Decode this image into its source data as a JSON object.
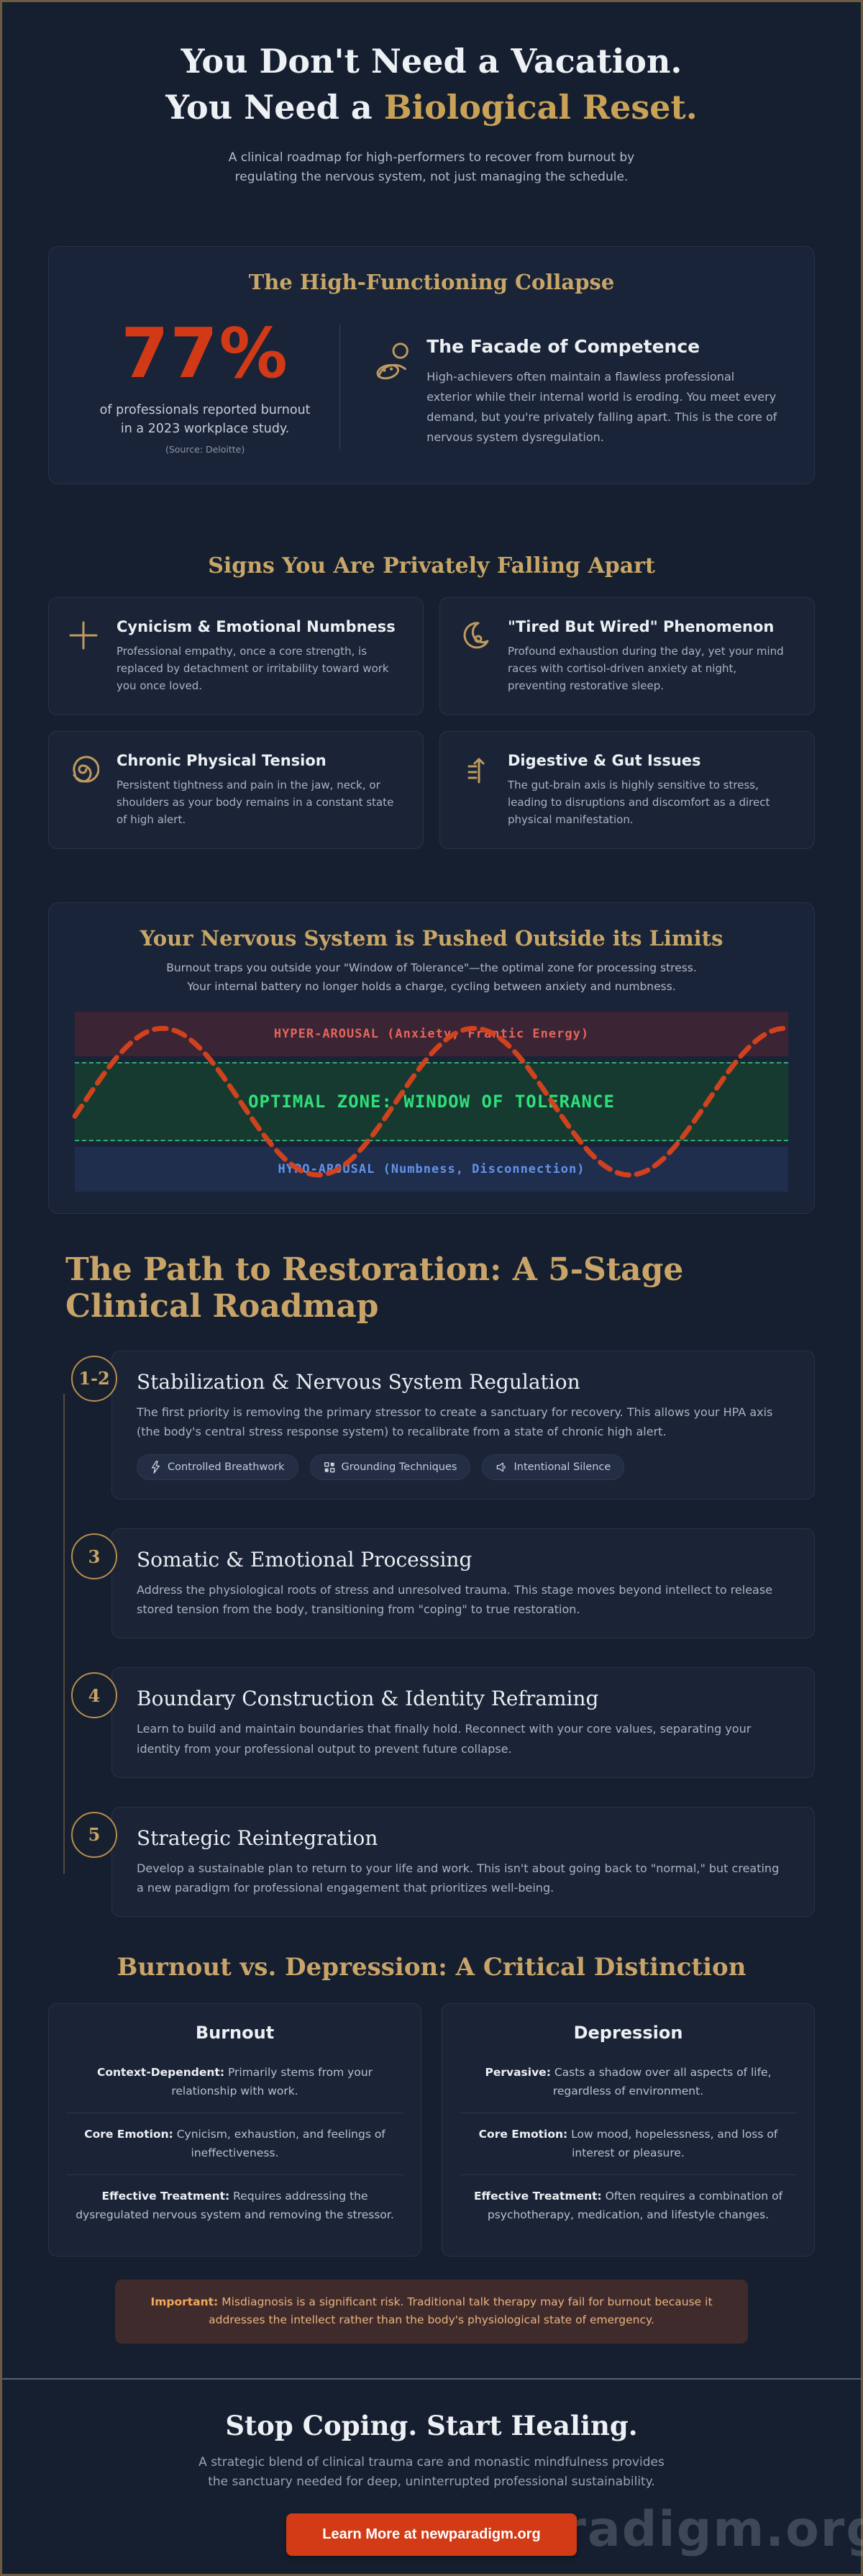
{
  "page": {
    "title_line1": "You Don't Need a Vacation.",
    "title_line2_prefix": "You Need a ",
    "title_line2_highlight": "Biological Reset.",
    "subtitle_line1": "A clinical roadmap for high-performers to recover from burnout by",
    "subtitle_line2": "regulating the nervous system, not just managing the schedule."
  },
  "colors": {
    "accent_gold": "#c9a469",
    "stat_red": "#d23a17",
    "button_red": "#d23b16",
    "hyper_red": "#e5655c",
    "optimal_green": "#2fdf7b",
    "hypo_blue": "#6094ea",
    "wave_orange": "#d8431c"
  },
  "stat_card": {
    "title": "The High-Functioning Collapse",
    "stat_value": "77%",
    "stat_desc": "of professionals reported burnout in a 2023 workplace study.",
    "stat_source": "(Source: Deloitte)",
    "facade_icon": "person-with-mask-icon",
    "facade_title": "The Facade of Competence",
    "facade_text": "High-achievers often maintain a flawless professional exterior while their internal world is eroding. You meet every demand, but you're privately falling apart. This is the core of nervous system dysregulation."
  },
  "signs": {
    "title": "Signs You Are Privately Falling Apart",
    "cards": [
      {
        "icon": "plus-icon",
        "title": "Cynicism & Emotional Numbness",
        "desc": "Professional empathy, once a core strength, is replaced by detachment or irritability toward work you once loved."
      },
      {
        "icon": "moon-icon",
        "title": "\"Tired But Wired\" Phenomenon",
        "desc": "Profound exhaustion during the day, yet your mind races with cortisol-driven anxiety at night, preventing restorative sleep."
      },
      {
        "icon": "spiral-icon",
        "title": "Chronic Physical Tension",
        "desc": "Persistent tightness and pain in the jaw, neck, or shoulders as your body remains in a constant state of high alert."
      },
      {
        "icon": "gut-icon",
        "title": "Digestive & Gut Issues",
        "desc": "The gut-brain axis is highly sensitive to stress, leading to disruptions and discomfort as a direct physical manifestation."
      }
    ]
  },
  "window": {
    "title": "Your Nervous System is Pushed Outside its Limits",
    "subtitle_line1": "Burnout traps you outside your \"Window of Tolerance\"—the optimal zone for processing stress.",
    "subtitle_line2": "Your internal battery no longer holds a charge, cycling between anxiety and numbness.",
    "bands": {
      "hyper": "HYPER-AROUSAL (Anxiety, Frantic Energy)",
      "optimal": "OPTIMAL ZONE: WINDOW OF TOLERANCE",
      "hypo": "HYPO-AROUSAL (Numbness, Disconnection)"
    }
  },
  "roadmap": {
    "title": "The Path to Restoration: A 5-Stage Clinical Roadmap",
    "stages": [
      {
        "badge": "1-2",
        "title": "Stabilization & Nervous System Regulation",
        "desc": "The first priority is removing the primary stressor to create a sanctuary for recovery. This allows your HPA axis (the body's central stress response system) to recalibrate from a state of chronic high alert.",
        "tags": [
          {
            "icon": "bolt-icon",
            "label": "Controlled Breathwork"
          },
          {
            "icon": "grid-icon",
            "label": "Grounding Techniques"
          },
          {
            "icon": "mute-icon",
            "label": "Intentional Silence"
          }
        ]
      },
      {
        "badge": "3",
        "title": "Somatic & Emotional Processing",
        "desc": "Address the physiological roots of stress and unresolved trauma. This stage moves beyond intellect to release stored tension from the body, transitioning from \"coping\" to true restoration."
      },
      {
        "badge": "4",
        "title": "Boundary Construction & Identity Reframing",
        "desc": "Learn to build and maintain boundaries that finally hold. Reconnect with your core values, separating your identity from your professional output to prevent future collapse."
      },
      {
        "badge": "5",
        "title": "Strategic Reintegration",
        "desc": "Develop a sustainable plan to return to your life and work. This isn't about going back to \"normal,\" but creating a new paradigm for professional engagement that prioritizes well-being."
      }
    ]
  },
  "comparison": {
    "title": "Burnout vs. Depression: A Critical Distinction",
    "burnout": {
      "title": "Burnout",
      "rows": [
        {
          "label": "Context-Dependent:",
          "text": " Primarily stems from your relationship with work."
        },
        {
          "label": "Core Emotion:",
          "text": " Cynicism, exhaustion, and feelings of ineffectiveness."
        },
        {
          "label": "Effective Treatment:",
          "text": " Requires addressing the dysregulated nervous system and removing the stressor."
        }
      ]
    },
    "depression": {
      "title": "Depression",
      "rows": [
        {
          "label": "Pervasive:",
          "text": " Casts a shadow over all aspects of life, regardless of environment."
        },
        {
          "label": "Core Emotion:",
          "text": " Low mood, hopelessness, and loss of interest or pleasure."
        },
        {
          "label": "Effective Treatment:",
          "text": " Often requires a combination of psychotherapy, medication, and lifestyle changes."
        }
      ]
    }
  },
  "callout": {
    "label": "Important:",
    "text": " Misdiagnosis is a significant risk. Traditional talk therapy may fail for burnout because it addresses the intellect rather than the body's physiological state of emergency."
  },
  "footer": {
    "title": "Stop Coping. Start Healing.",
    "line1": "A strategic blend of clinical trauma care and monastic mindfulness provides",
    "line2": "the sanctuary needed for deep, uninterrupted professional sustainability.",
    "button_label": "Learn More at newparadigm.org",
    "watermark": "newparadigm.org"
  }
}
